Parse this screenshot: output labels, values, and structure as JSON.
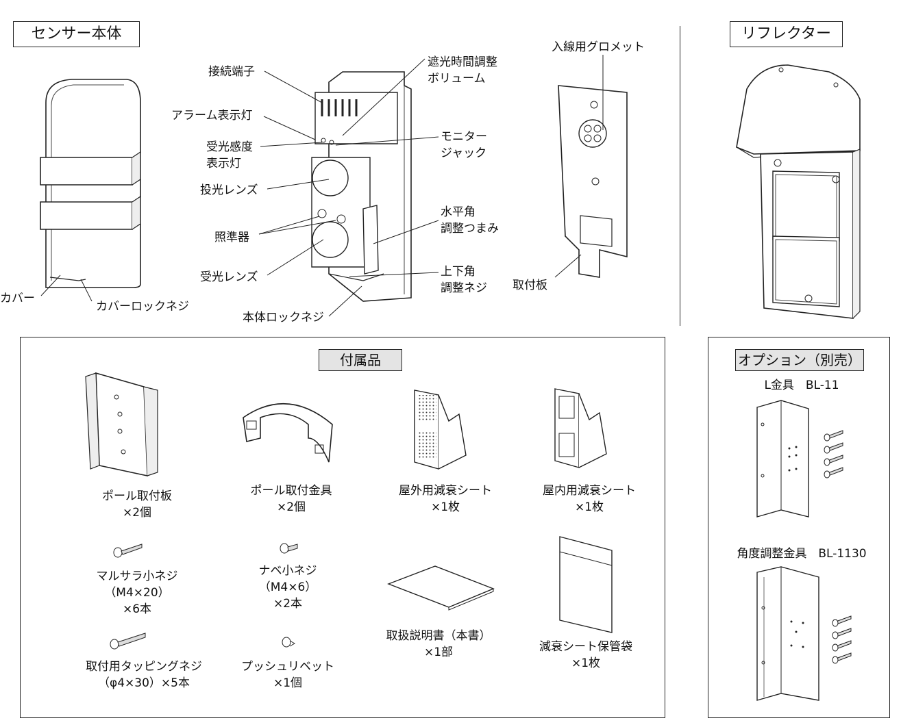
{
  "sensor": {
    "title": "センサー本体",
    "labels": {
      "terminal": "接続端子",
      "alarm_lamp": "アラーム表示灯",
      "sensitivity_lamp_1": "受光感度",
      "sensitivity_lamp_2": "表示灯",
      "emitter_lens": "投光レンズ",
      "sight": "照準器",
      "receiver_lens": "受光レンズ",
      "cover": "カバー",
      "cover_lock_screw": "カバーロックネジ",
      "body_lock_screw": "本体ロックネジ",
      "shutter_volume_1": "遮光時間調整",
      "shutter_volume_2": "ボリューム",
      "monitor_jack_1": "モニター",
      "monitor_jack_2": "ジャック",
      "horizontal_knob_1": "水平角",
      "horizontal_knob_2": "調整つまみ",
      "vertical_screw_1": "上下角",
      "vertical_screw_2": "調整ネジ",
      "grommet": "入線用グロメット",
      "mount_plate": "取付板"
    }
  },
  "reflector": {
    "title": "リフレクター"
  },
  "accessories": {
    "title": "付属品",
    "items": [
      {
        "name": "ポール取付板",
        "qty": "×2個"
      },
      {
        "name": "ポール取付金具",
        "qty": "×2個"
      },
      {
        "name": "屋外用減衰シート",
        "qty": "×1枚"
      },
      {
        "name": "屋内用減衰シート",
        "qty": "×1枚"
      },
      {
        "name": "マルサラ小ネジ",
        "spec": "（M4×20）",
        "qty": "×6本"
      },
      {
        "name": "ナベ小ネジ",
        "spec": "（M4×6）",
        "qty": "×2本"
      },
      {
        "name": "取扱説明書（本書）",
        "qty": "×1部"
      },
      {
        "name": "減衰シート保管袋",
        "qty": "×1枚"
      },
      {
        "name": "取付用タッピングネジ",
        "spec_qty": "（φ4×30）×5本"
      },
      {
        "name": "プッシュリベット",
        "qty": "×1個"
      }
    ]
  },
  "options": {
    "title": "オプション（別売）",
    "items": [
      {
        "name": "L金具　BL-11"
      },
      {
        "name": "角度調整金具　BL-1130"
      }
    ]
  }
}
